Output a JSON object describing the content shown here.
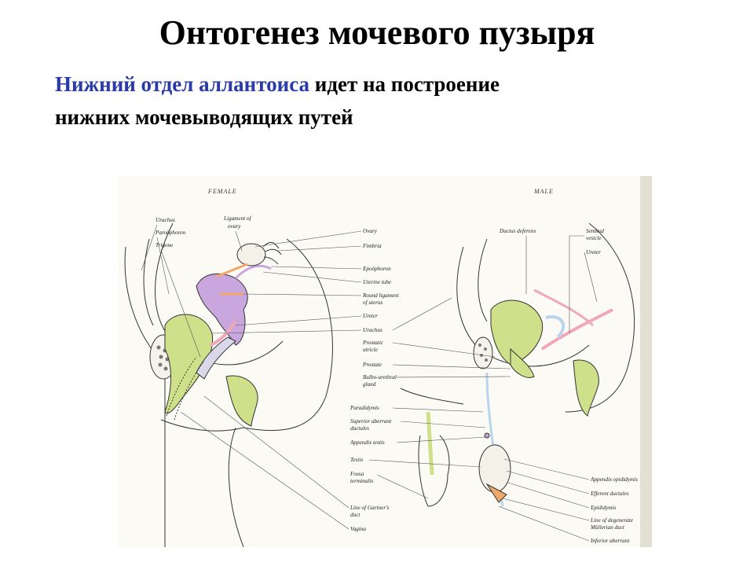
{
  "slide": {
    "title": "Онтогенез мочевого пузыря",
    "subtitle_highlight": "Нижний отдел аллантоиса",
    "subtitle_rest_line1": " идет на построение",
    "subtitle_line2": "нижних мочевыводящих путей",
    "highlight_color": "#2a3aa8"
  },
  "figure": {
    "female_header": "FEMALE",
    "male_header": "MALE",
    "female_left_labels": [
      "Urachus",
      "Paroöphoron",
      "Trigone"
    ],
    "female_top_labels": [
      "Ligament of",
      "ovary"
    ],
    "center_labels": [
      "Ovary",
      "Fimbria",
      "Epoöphoron",
      "Uterine tube",
      "Round ligament",
      "of uterus",
      "Ureter",
      "Urachus",
      "Prostatic",
      "utricle",
      "Prostate",
      "Bulbo-urethral",
      "gland",
      "Paradidymis",
      "Superior aberrant",
      "ductules",
      "Appendix testis",
      "Testis",
      "Fossa",
      "terminalis",
      "Line of Gartner's",
      "duct",
      "Vagina"
    ],
    "male_top_labels": [
      "Ductus deferens",
      "Seminal",
      "vesicle",
      "Ureter"
    ],
    "male_right_labels": [
      "Appendix epididymis",
      "Efferent ductules",
      "Epididymis",
      "Line of degenerate",
      "Müllerian duct",
      "Inferior aberrant"
    ],
    "colors": {
      "bladder_green": "#cfe08a",
      "tract_purple": "#c9a6dd",
      "vessel_blue": "#b9d4ee",
      "duct_pink": "#f0a8b8",
      "gonad_orange": "#f0a86a",
      "paper": "#fbfaf5",
      "ink": "#333333"
    }
  }
}
